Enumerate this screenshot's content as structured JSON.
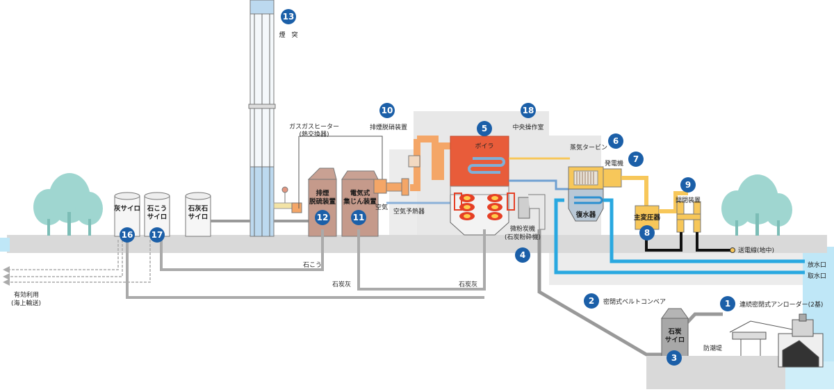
{
  "labels": {
    "chimney": "煙　突",
    "gas_heater_line1": "ガスガスヒーター",
    "gas_heater_line2": "(熱交換器)",
    "denitration": "排煙脱硝装置",
    "control_room": "中央操作室",
    "boiler": "ボイラ",
    "steam_turbine": "蒸気タービン",
    "generator": "発電機",
    "switchgear": "開閉装置",
    "desulf_line1": "排煙",
    "desulf_line2": "脱硫装置",
    "ep_line1": "電気式",
    "ep_line2": "集じん装置",
    "air": "空気",
    "air_preheater": "空気予熱器",
    "pulverizer_line1": "微粉炭機",
    "pulverizer_line2": "(石炭粉砕機)",
    "condenser": "復水器",
    "main_transformer": "主変圧器",
    "transmission": "送電線(地中)",
    "discharge": "放水口",
    "intake": "取水口",
    "ash_silo": "灰サイロ",
    "gypsum_silo_line1": "石こう",
    "gypsum_silo_line2": "サイロ",
    "limestone_silo_line1": "石灰石",
    "limestone_silo_line2": "サイロ",
    "gypsum": "石こう",
    "coal_ash_1": "石炭灰",
    "coal_ash_2": "石炭灰",
    "effective_use_line1": "有効利用",
    "effective_use_line2": "(海上輸送)",
    "belt_conveyor": "密閉式ベルトコンベア",
    "unloader": "連続密閉式アンローダー(2基)",
    "coal_silo_line1": "石炭",
    "coal_silo_line2": "サイロ",
    "seawall": "防潮堤"
  },
  "badges": {
    "b1": "1",
    "b2": "2",
    "b3": "3",
    "b4": "4",
    "b5": "5",
    "b6": "6",
    "b7": "7",
    "b8": "8",
    "b9": "9",
    "b10": "10",
    "b11": "11",
    "b12": "12",
    "b13": "13",
    "b16": "16",
    "b17": "17",
    "b18": "18"
  },
  "colors": {
    "badge_blue": "#1b5fa8",
    "ground_gray": "#d9d9d9",
    "boiler_red": "#e85c3a",
    "flue_orange": "#f4a667",
    "steam_yellow": "#f7c75a",
    "water_blue": "#29a8e0",
    "sea_blue": "#bfe7f7",
    "tree_teal": "#8fcdc8",
    "building_brown": "#b78b7b"
  }
}
